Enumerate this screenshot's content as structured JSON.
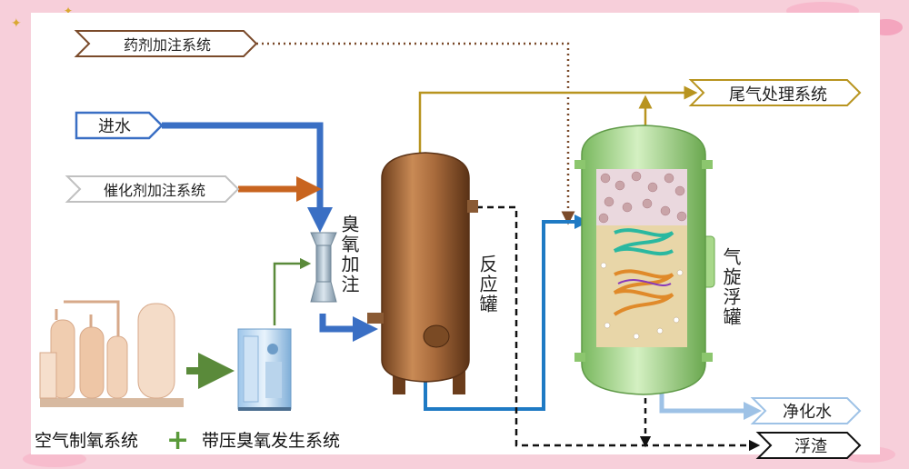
{
  "labels": {
    "dosing": "药剂加注系统",
    "inlet": "进水",
    "catalyst": "催化剂加注系统",
    "ozone_injection": "臭氧加注",
    "reactor": "反应罐",
    "offgas": "尾气处理系统",
    "flotation": "气旋浮罐",
    "clean_water": "净化水",
    "scum": "浮渣",
    "oxygen_system": "空气制氧系统",
    "plus": "+",
    "ozone_generator": "带压臭氧发生系统"
  },
  "colors": {
    "inlet_flow": "#3a6fc4",
    "catalyst_flow": "#c8641f",
    "ozone_flow": "#5a8a3a",
    "offgas_flow": "#b8941f",
    "dosing_flow": "#7a4a2a",
    "water_flow": "#1f7ac4",
    "clean_flow": "#9ec2e6",
    "scum_flow": "#111111",
    "reactor_body": "#a86a3a",
    "flotation_body": "#a8d88a"
  }
}
